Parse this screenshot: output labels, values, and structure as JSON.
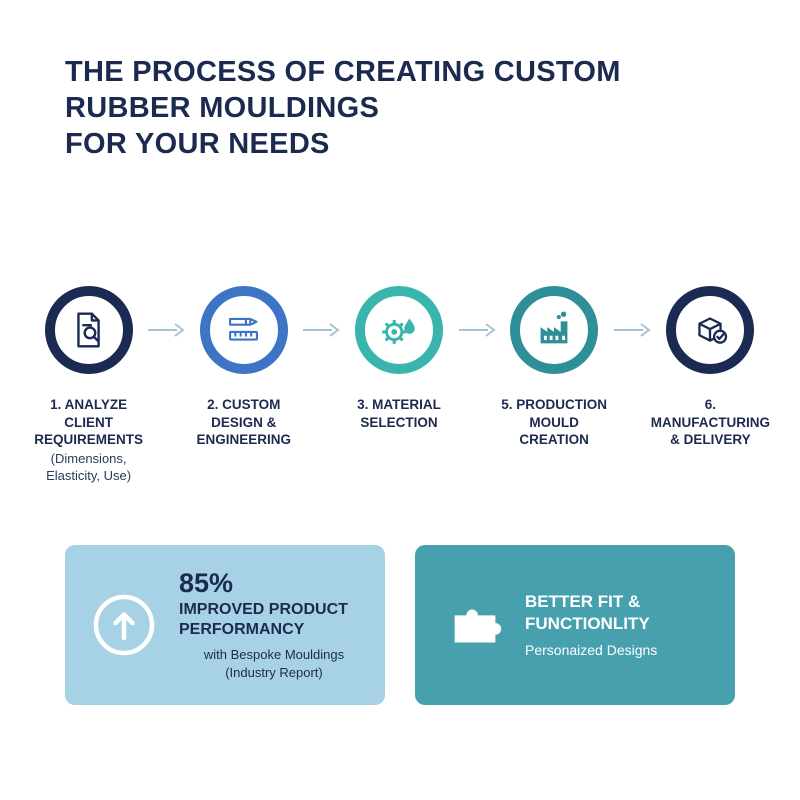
{
  "palette": {
    "navy": "#1b2a52",
    "blue": "#3d74c6",
    "teal": "#3ab5ad",
    "teal_dark": "#2e8f99",
    "arrow": "#a5c3d6",
    "card_performance_bg": "#a7d2e5",
    "card_fit_bg": "#47a0ae"
  },
  "title": {
    "lines": [
      "THE PROCESS OF CREATING CUSTOM",
      "RUBBER MOULDINGS",
      "FOR YOUR NEEDS"
    ]
  },
  "process": {
    "steps": [
      {
        "label": "1. ANALYZE CLIENT REQUIREMENTS",
        "sublabel": "(Dimensions, Elasticity, Use)",
        "icon": "document-search-icon"
      },
      {
        "label": "2. CUSTOM DESIGN & ENGINEERING",
        "sublabel": "",
        "icon": "ruler-pencil-icon"
      },
      {
        "label": "3. MATERIAL SELECTION",
        "sublabel": "",
        "icon": "gear-droplet-icon"
      },
      {
        "label": "5. PRODUCTION MOULD CREATION",
        "sublabel": "",
        "icon": "factory-icon"
      },
      {
        "label": "6. MANUFACTURING & DELIVERY",
        "sublabel": "",
        "icon": "box-check-icon"
      }
    ]
  },
  "cards": {
    "performance": {
      "stat": "85%",
      "heading": "IMPROVED PRODUCT PERFORMANCY",
      "subtext": "with Bespoke Mouldings (Industry Report)",
      "icon": "arrow-up-circle-icon"
    },
    "fit": {
      "heading": "BETTER FIT & FUNCTIONLITY",
      "subtext": "Personaized Designs",
      "icon": "puzzle-icon"
    }
  }
}
